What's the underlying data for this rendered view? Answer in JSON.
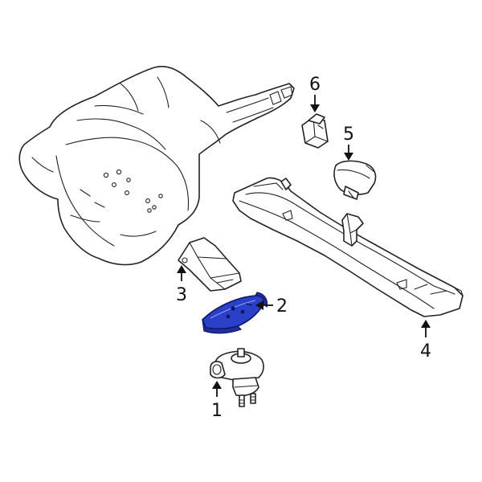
{
  "callouts": {
    "c1": "1",
    "c2": "2",
    "c3": "3",
    "c4": "4",
    "c5": "5",
    "c6": "6"
  },
  "colors": {
    "highlight": "#2a40c8",
    "outline": "#222222",
    "background": "#ffffff"
  }
}
